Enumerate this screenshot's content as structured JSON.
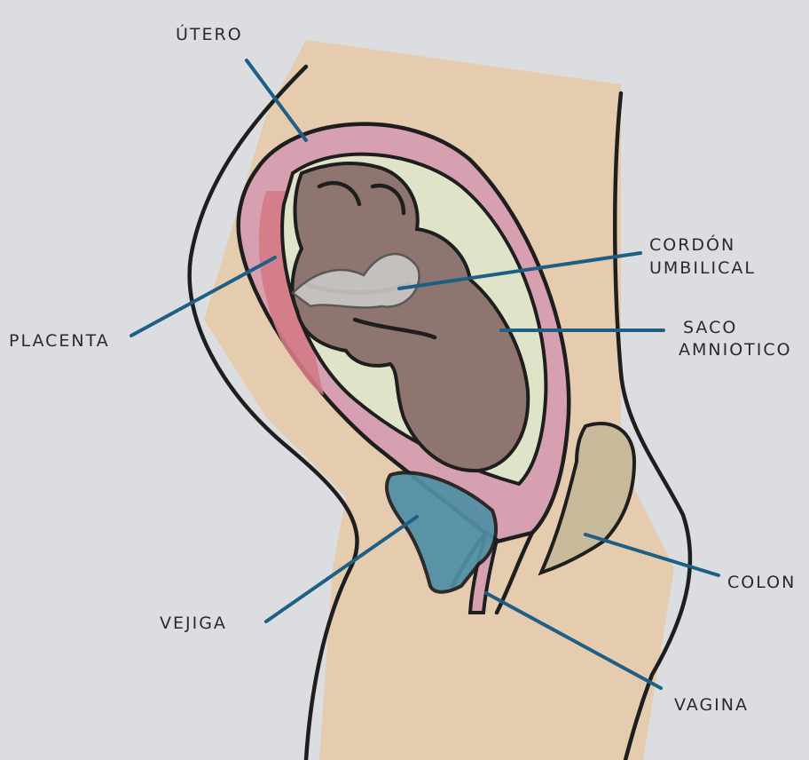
{
  "labels": {
    "utero": "ÚTERO",
    "cordon_line1": "CORDÓN",
    "cordon_line2": "UMBILICAL",
    "placenta": "PLACENTA",
    "saco_line1": "SACO",
    "saco_line2": "AMNIOTICO",
    "colon": "COLON",
    "vejiga": "VEJIGA",
    "vagina": "VAGINA"
  },
  "colors": {
    "paper": "#dcdde0",
    "skin": "#e8c9a6",
    "uterus_wall": "#d7a0b0",
    "placenta": "#d47a85",
    "amniotic_fluid": "#dfe3c8",
    "fetus": "#8f7570",
    "umbilical_cord": "#c9c9c6",
    "bladder": "#4f8fa6",
    "colon": "#c7b99a",
    "leader_line": "#1f5f86",
    "outline": "#1e1e1e"
  }
}
